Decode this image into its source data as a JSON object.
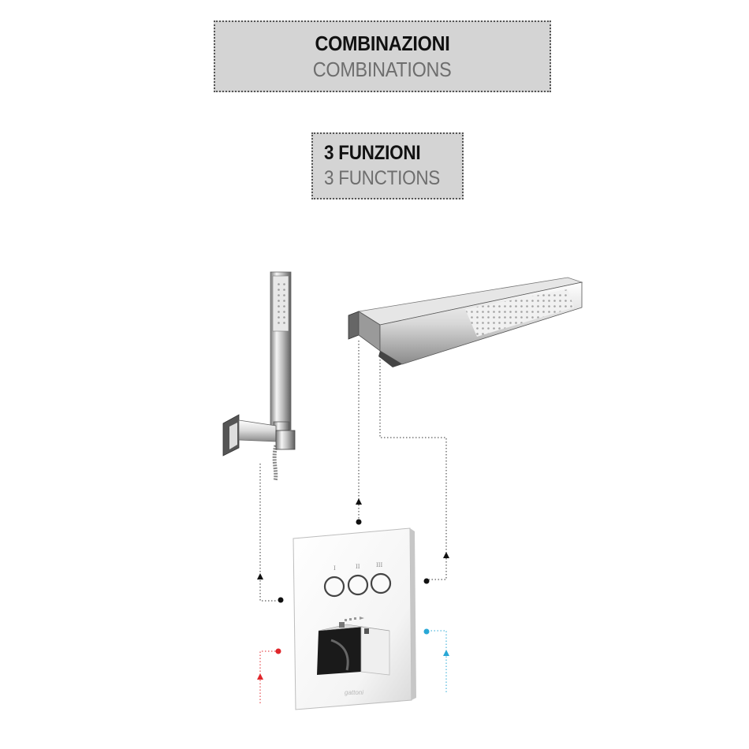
{
  "header": {
    "title_it": "COMBINAZIONI",
    "title_en": "COMBINATIONS"
  },
  "subheader": {
    "title_it": "3 FUNZIONI",
    "title_en": "3 FUNCTIONS"
  },
  "mixer": {
    "button_labels": [
      "I",
      "II",
      "III"
    ],
    "brand": "gattoni"
  },
  "colors": {
    "hot": "#e0262b",
    "cold": "#29a8d6",
    "line": "#333333",
    "box": "#d4d4d4"
  },
  "icons": [
    "hand-shower-icon",
    "rain-shower-head-icon",
    "thermostatic-mixer-icon",
    "hot-water-inlet-icon",
    "cold-water-inlet-icon"
  ]
}
